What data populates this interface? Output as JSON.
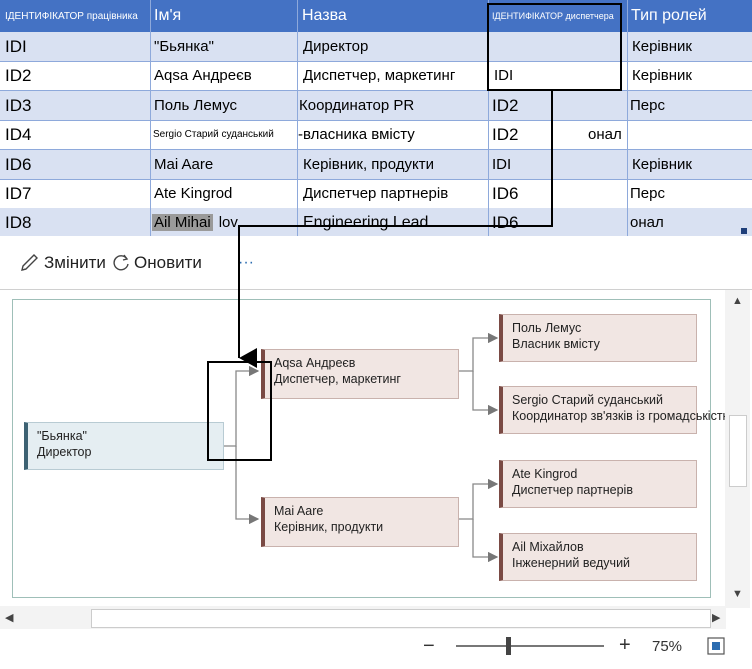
{
  "table": {
    "headers": [
      "ІДЕНТИФІКАТОР працівника",
      "Ім'я",
      "Назва",
      "ІДЕНТИФІКАТОР диспетчера",
      "Тип ролей"
    ],
    "rows": [
      [
        "IDI",
        "\"Бьянка\"",
        "Директор",
        "",
        "Керівник"
      ],
      [
        "ID2",
        "Aqsa Андреєв",
        "Диспетчер, маркетинг",
        "IDI",
        "Керівник"
      ],
      [
        "ID3",
        "Поль Лемус",
        "Координатор PR",
        "ID2",
        "Перс"
      ],
      [
        "ID4",
        "Sergio Старий суданський",
        "-власника вмісту",
        "ID2",
        "онал"
      ],
      [
        "ID6",
        "Mai Aare",
        "Керівник, продукти",
        "IDI",
        "Керівник"
      ],
      [
        "ID7",
        "Ate Kingrod",
        "Диспетчер партнерів",
        "ID6",
        "Перс"
      ],
      [
        "ID8",
        "Ail Mihai",
        "Engineering Lead",
        "ID6",
        "онал"
      ]
    ],
    "row8_suffix": "lov"
  },
  "toolbar": {
    "edit_label": "Змінити",
    "refresh_label": "Оновити",
    "more_label": "···"
  },
  "diagram": {
    "root": {
      "name": "\"Бьянка\"",
      "title": "Директор"
    },
    "mid": [
      {
        "name": "Aqsa Андреєв",
        "title": "Диспетчер, маркетинг"
      },
      {
        "name": "Mai Aare",
        "title": "Керівник, продукти"
      }
    ],
    "leaves": [
      {
        "name": "Поль Лемус",
        "title": "Власник вмісту"
      },
      {
        "name": "Sergio Старий суданський",
        "title": "Координатор зв'язків із громадськістю"
      },
      {
        "name": "Ate Kingrod",
        "title": "Диспетчер партнерів"
      },
      {
        "name": "Ail Міхайлов",
        "title": "Інженерний ведучий"
      }
    ]
  },
  "status": {
    "zoom_percent": 75,
    "zoom_label": "75%",
    "minus": "−",
    "plus": "+"
  },
  "colors": {
    "header_blue": "#4472c4",
    "band": "#d9e1f2",
    "node_accent": "#7a4a44",
    "root_accent": "#3d6273"
  }
}
